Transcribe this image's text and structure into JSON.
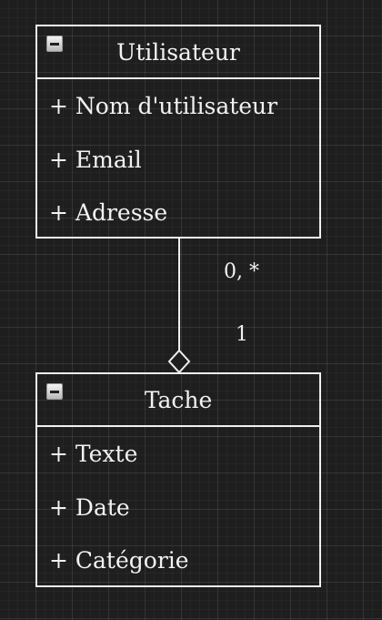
{
  "classes": [
    {
      "name": "Utilisateur",
      "attributes": [
        "+ Nom d'utilisateur",
        "+ Email",
        "+ Adresse"
      ]
    },
    {
      "name": "Tache",
      "attributes": [
        "+ Texte",
        "+ Date",
        "+ Catégorie"
      ]
    }
  ],
  "association": {
    "source_multiplicity": "0, *",
    "target_multiplicity": "1",
    "type": "aggregation"
  }
}
